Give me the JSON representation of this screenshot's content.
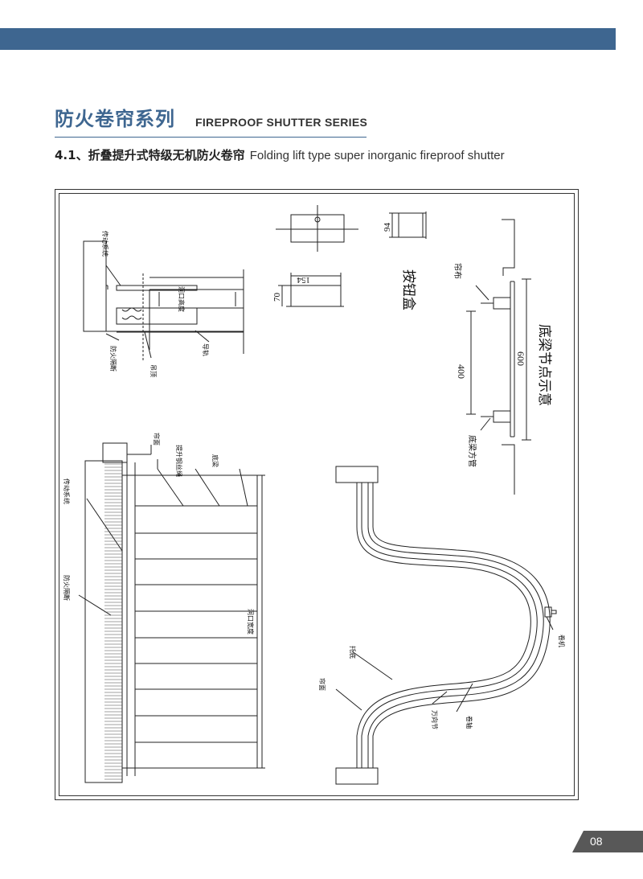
{
  "header": {
    "title_zh": "防火卷帘系列",
    "title_en": "FIREPROOF SHUTTER SERIES",
    "accent_color": "#3e6690"
  },
  "section": {
    "number": "4.1、",
    "title_zh": "折叠提升式特级无机防火卷帘",
    "title_en": "Folding lift type super inorganic fireproof shutter"
  },
  "drawing": {
    "section_view": {
      "drive_system": "传动系统",
      "fire_partition": "防火隔断",
      "ceiling": "吊顶",
      "guide_rail": "导轨",
      "opening_height": "洞口高度"
    },
    "button_box": {
      "title": "按钮盒",
      "dim_width": "154",
      "dim_height": "70",
      "dim_depth": "94"
    },
    "bottom_beam_node": {
      "title": "底梁节点示意",
      "curtain_cloth": "帘布",
      "square_tube": "底梁方管",
      "dim_inner": "400",
      "dim_outer": "600"
    },
    "elevation_view": {
      "curtain_face": "帘面",
      "lifting_rope": "提升钢丝绳",
      "bottom_beam": "底梁",
      "drive_system": "传动系统",
      "fire_partition": "防火隔断",
      "opening_width": "洞口宽度"
    },
    "plan_view": {
      "bottom_tray": "托底",
      "curtain_face": "帘面",
      "universal_joint": "万向节",
      "reel_shaft": "卷轴",
      "reel_machine": "卷机"
    }
  },
  "footer": {
    "page_number": "08"
  }
}
